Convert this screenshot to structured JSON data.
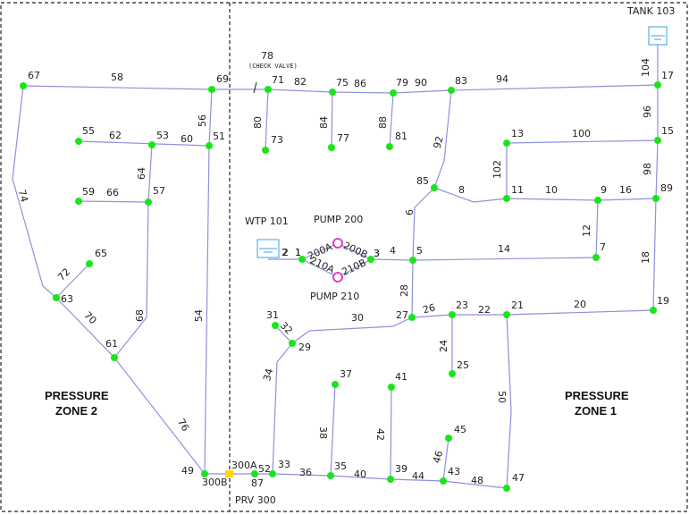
{
  "zones": {
    "zone2_line1": "PRESSURE",
    "zone2_line2": "ZONE 2",
    "zone1_line1": "PRESSURE",
    "zone1_line2": "ZONE 1"
  },
  "facilities": {
    "tank": "TANK 103",
    "wtp": "WTP 101",
    "pump200": "PUMP 200",
    "pump210": "PUMP 210",
    "prv": "PRV 300",
    "check_valve_id": "78",
    "check_valve_note": "(CHECK VALVE)"
  },
  "colors": {
    "pipe": "#8c92dc",
    "junction": "#19e619",
    "pump": "#e040c0",
    "prv": "#ffd800",
    "tank": "#3aa0e0"
  },
  "nodes": [
    "67",
    "69",
    "71",
    "75",
    "79",
    "83",
    "17",
    "55",
    "53",
    "51",
    "73",
    "77",
    "81",
    "13",
    "15",
    "59",
    "57",
    "85",
    "11",
    "9",
    "89",
    "65",
    "63",
    "61",
    "31",
    "29",
    "37",
    "41",
    "27",
    "23",
    "21",
    "19",
    "7",
    "5",
    "3",
    "2",
    "1",
    "25",
    "45",
    "43",
    "47",
    "49",
    "52",
    "33",
    "35",
    "39",
    "87"
  ],
  "pipe_labels": [
    "58",
    "82",
    "86",
    "90",
    "94",
    "56",
    "80",
    "84",
    "88",
    "92",
    "104",
    "96",
    "62",
    "60",
    "64",
    "100",
    "66",
    "102",
    "8",
    "10",
    "16",
    "98",
    "74",
    "72",
    "6",
    "12",
    "14",
    "4",
    "1",
    "2",
    "3",
    "200A",
    "200B",
    "210A",
    "210B",
    "18",
    "20",
    "22",
    "26",
    "28",
    "30",
    "32",
    "24",
    "68",
    "70",
    "54",
    "34",
    "38",
    "42",
    "46",
    "36",
    "40",
    "44",
    "48",
    "50",
    "76",
    "300A",
    "300B"
  ]
}
